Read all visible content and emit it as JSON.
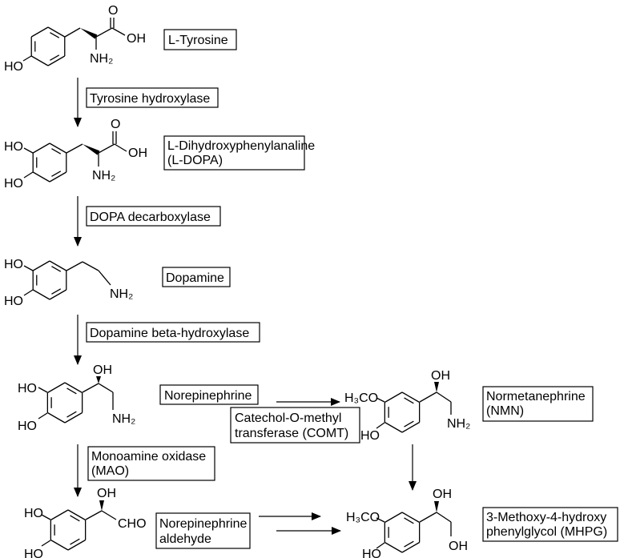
{
  "molecules": {
    "tyrosine": {
      "name": "L-Tyrosine",
      "atoms": {
        "ho": "HO",
        "o": "O",
        "oh": "OH",
        "nh2": "NH₂"
      }
    },
    "dopa": {
      "name_line1": "L-Dihydroxyphenylanaline",
      "name_line2": "(L-DOPA)",
      "atoms": {
        "ho1": "HO",
        "ho2": "HO",
        "o": "O",
        "oh": "OH",
        "nh2": "NH₂"
      }
    },
    "dopamine": {
      "name": "Dopamine",
      "atoms": {
        "ho1": "HO",
        "ho2": "HO",
        "nh2": "NH₂"
      }
    },
    "norepinephrine": {
      "name": "Norepinephrine",
      "atoms": {
        "ho1": "HO",
        "ho2": "HO",
        "oh": "OH",
        "nh2": "NH₂"
      }
    },
    "normetanephrine": {
      "name_line1": "Normetanephrine",
      "name_line2": "(NMN)",
      "atoms": {
        "h3co": "H₃CO",
        "ho": "HO",
        "oh": "OH",
        "nh2": "NH₂"
      }
    },
    "aldehyde": {
      "name_line1": "Norepinephrine",
      "name_line2": "aldehyde",
      "atoms": {
        "ho1": "HO",
        "ho2": "HO",
        "oh": "OH",
        "cho": "CHO"
      }
    },
    "mhpg": {
      "name_line1": "3-Methoxy-4-hydroxy",
      "name_line2": "phenylglycol (MHPG)",
      "atoms": {
        "h3co": "H₃CO",
        "ho": "HO",
        "oh1": "OH",
        "oh2": "OH"
      }
    }
  },
  "enzymes": {
    "tyrosine_hydroxylase": "Tyrosine hydroxylase",
    "dopa_decarboxylase": "DOPA decarboxylase",
    "dopamine_beta_hydroxylase": "Dopamine beta-hydroxylase",
    "comt_line1": "Catechol-O-methyl",
    "comt_line2": "transferase (COMT)",
    "mao_line1": "Monoamine oxidase",
    "mao_line2": "(MAO)"
  }
}
